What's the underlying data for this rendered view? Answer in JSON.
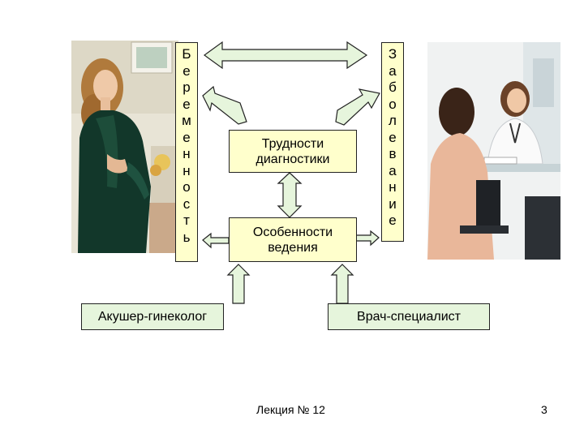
{
  "left_vertical_label": [
    "Б",
    "е",
    "р",
    "е",
    "м",
    "е",
    "н",
    "н",
    "о",
    "с",
    "т",
    "ь"
  ],
  "right_vertical_label": [
    "З",
    "а",
    "б",
    "о",
    "л",
    "е",
    "в",
    "а",
    "н",
    "и",
    "е"
  ],
  "center_top_box": "Трудности диагностики",
  "center_bottom_box": "Особенности ведения",
  "left_bottom_box": "Акушер-гинеколог",
  "right_bottom_box": "Врач-специалист",
  "footer": {
    "lecture": "Лекция № 12",
    "page_number": "3"
  },
  "colors": {
    "box_yellow": "#ffffcc",
    "box_green": "#e6f5dc",
    "arrow_fill": "#e6f5dc",
    "arrow_stroke": "#222222"
  }
}
